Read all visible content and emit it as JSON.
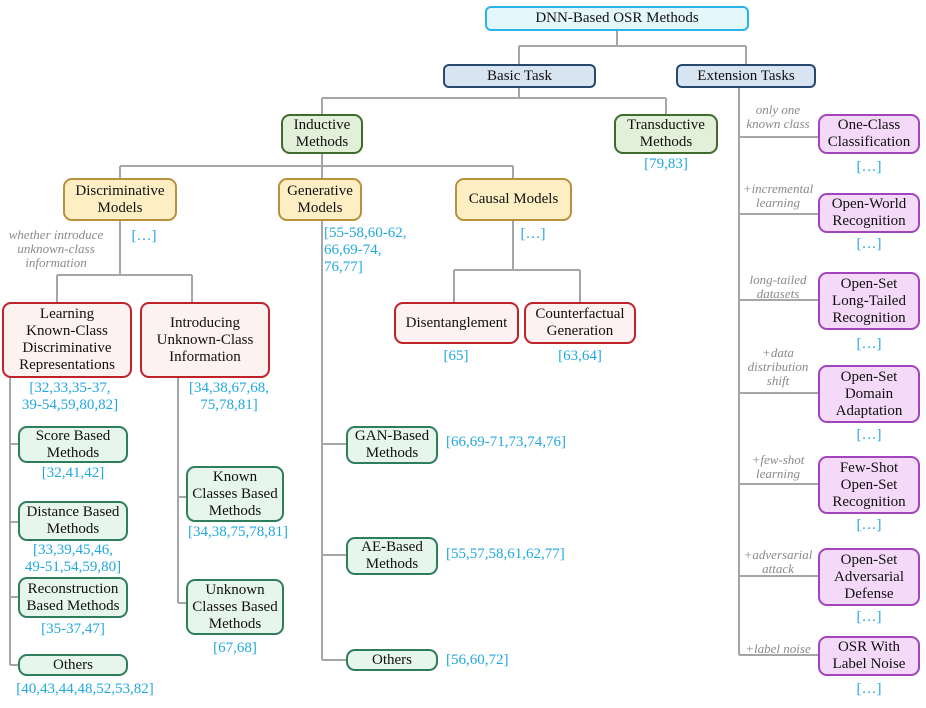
{
  "nodes": {
    "root": "DNN-Based OSR Methods",
    "basic_task": "Basic Task",
    "extension_tasks": "Extension Tasks",
    "inductive": "Inductive\nMethods",
    "transductive": "Transductive\nMethods",
    "discriminative": "Discriminative\nModels",
    "generative": "Generative\nModels",
    "causal": "Causal Models",
    "learning_known": "Learning\nKnown-Class\nDiscriminative\nRepresentations",
    "introducing_unknown": "Introducing\nUnknown-Class\nInformation",
    "disentanglement": "Disentanglement",
    "counterfactual": "Counterfactual\nGeneration",
    "score_based": "Score Based\nMethods",
    "distance_based": "Distance Based\nMethods",
    "reconstruction_based": "Reconstruction\nBased Methods",
    "others_left": "Others",
    "known_classes": "Known\nClasses Based\nMethods",
    "unknown_classes": "Unknown\nClasses Based\nMethods",
    "gan_based": "GAN-Based\nMethods",
    "ae_based": "AE-Based\nMethods",
    "others_gen": "Others",
    "one_class": "One-Class\nClassification",
    "open_world": "Open-World\nRecognition",
    "long_tailed": "Open-Set\nLong-Tailed\nRecognition",
    "domain_adapt": "Open-Set\nDomain\nAdaptation",
    "few_shot": "Few-Shot\nOpen-Set\nRecognition",
    "adversarial": "Open-Set\nAdversarial\nDefense",
    "label_noise": "OSR With\nLabel Noise"
  },
  "refs": {
    "transductive": "[79,83]",
    "discriminative": "[…]",
    "generative": "[55-58,60-62,\n66,69-74,\n76,77]",
    "causal": "[…]",
    "learning_known": "[32,33,35-37,\n39-54,59,80,82]",
    "introducing_unknown": "[34,38,67,68,\n75,78,81]",
    "disentanglement": "[65]",
    "counterfactual": "[63,64]",
    "score_based": "[32,41,42]",
    "distance_based": "[33,39,45,46,\n49-51,54,59,80]",
    "reconstruction_based": "[35-37,47]",
    "others_left": "[40,43,44,48,52,53,82]",
    "known_classes": "[34,38,75,78,81]",
    "unknown_classes": "[67,68]",
    "gan_based": "[66,69-71,73,74,76]",
    "ae_based": "[55,57,58,61,62,77]",
    "others_gen": "[56,60,72]",
    "one_class": "[…]",
    "open_world": "[…]",
    "long_tailed": "[…]",
    "domain_adapt": "[…]",
    "few_shot": "[…]",
    "adversarial": "[…]",
    "label_noise": "[…]"
  },
  "annotations": {
    "whether_unknown": "whether introduce\nunknown-class\ninformation",
    "only_one": "only one\nknown class",
    "incremental": "+incremental\nlearning",
    "long_tailed": "long-tailed\ndatasets",
    "distribution_shift": "+data\ndistribution\nshift",
    "few_shot": "+few-shot\nlearning",
    "adversarial": "+adversarial\nattack",
    "label_noise": "+label noise"
  },
  "colors": {
    "connector": "#a6a6a6",
    "reference_text": "#20a8e0",
    "annotation_text": "#8a8a8a",
    "root_border": "#29b3e8",
    "task_border": "#27496d",
    "inductive_border": "#3f6c2d",
    "model_border": "#b7913c",
    "category_border": "#c0222a",
    "method_border": "#2e7d5b",
    "extension_border": "#a244bc"
  }
}
